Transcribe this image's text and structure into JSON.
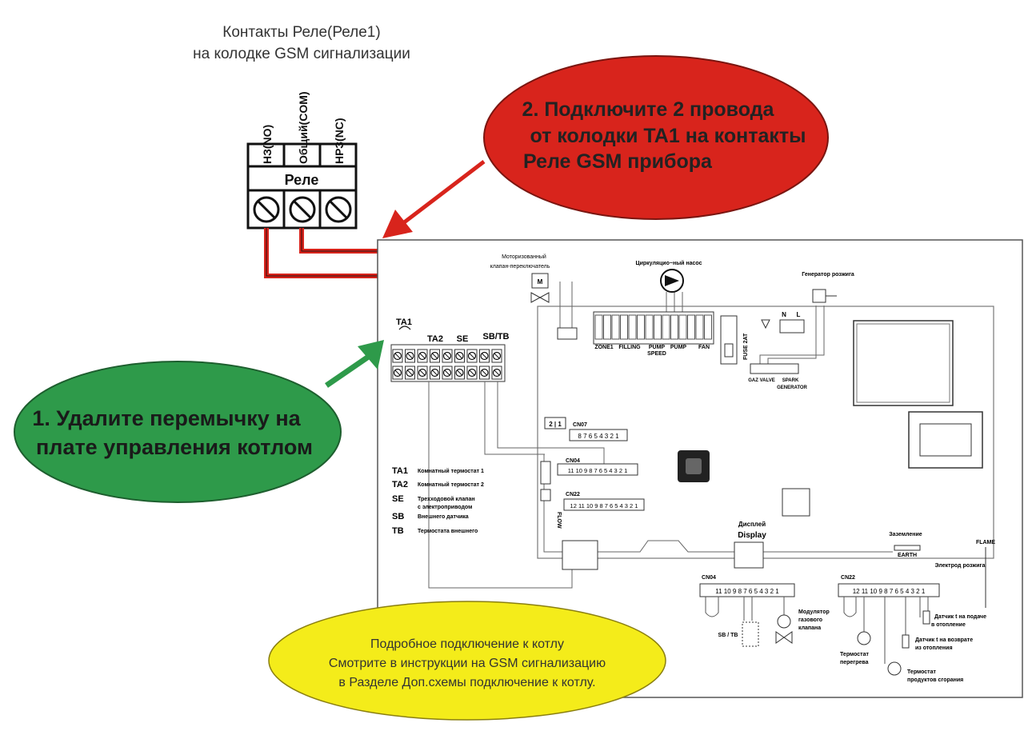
{
  "header": {
    "line1": "Контакты Реле(Реле1)",
    "line2": "на колодке GSM сигнализации"
  },
  "relay": {
    "pins": [
      "НЗ(NO)",
      "Общий(COM)",
      "НРЗ(NC)"
    ],
    "title": "Реле"
  },
  "callout_red": {
    "line1": "2. Подключите 2 провода",
    "line2": "от колодки TA1 на контакты",
    "line3": "Реле GSM прибора",
    "color": "#d8241c"
  },
  "callout_green": {
    "line1": "1. Удалите перемычку на",
    "line2": "плате управления котлом",
    "color": "#2e9a4a"
  },
  "callout_yellow": {
    "line1": "Подробное подключение к котлу",
    "line2": "Смотрите в инструкции на GSM сигнализацию",
    "line3": "в Разделе Доп.схемы подключение к котлу.",
    "color": "#f4ec1a"
  },
  "terminals": {
    "ta1": "TA1",
    "ta2": "TA2",
    "se": "SE",
    "sbtb": "SB/TB"
  },
  "legend": [
    {
      "code": "TA1",
      "text": "Комнатный термостат 1"
    },
    {
      "code": "TA2",
      "text": "Комнатный термостат 2"
    },
    {
      "code": "SE",
      "text": "Трехходовой клапан"
    },
    {
      "code": "",
      "text": "с электроприводом"
    },
    {
      "code": "SB",
      "text": "Внешнего датчика"
    },
    {
      "code": "TB",
      "text": "Термостата внешнего"
    }
  ],
  "board": {
    "valve_label1": "Моторизованный",
    "valve_label2": "клапан-переключатель",
    "motor": "M",
    "pump_label": "Циркуляцио~ный насос",
    "generator_label": "Генератор розжига",
    "cn07": "CN07",
    "cn04": "CN04",
    "cn22": "CN22",
    "flow": "FLOW",
    "fuse": "FUSE 2AT",
    "zone1": "ZONE1",
    "filling": "FILLING",
    "pump_speed1": "PUMP",
    "pump_speed2": "SPEED",
    "pump": "PUMP",
    "fan": "FAN",
    "gaz_valve": "GAZ VALVE",
    "spark1": "SPARK",
    "spark2": "GENERATOR",
    "n": "N",
    "l": "L",
    "display_ru": "Дисплей",
    "display": "Display",
    "earth_ru": "Заземление",
    "earth": "EARTH",
    "flame": "FLAME",
    "electrode": "Электрод розжига",
    "cn04_b": "CN04",
    "cn22_b": "CN22",
    "modulator1": "Модулятор",
    "modulator2": "газового",
    "modulator3": "клапана",
    "sbtb_b": "SB / TB",
    "sensor_supply1": "Датчик t на подаче",
    "sensor_supply2": "в отопление",
    "sensor_return1": "Датчик t на возврате",
    "sensor_return2": "из отопления",
    "overheat1": "Термостат",
    "overheat2": "перегрева",
    "flue1": "Термостат",
    "flue2": "продуктов сгорания"
  }
}
